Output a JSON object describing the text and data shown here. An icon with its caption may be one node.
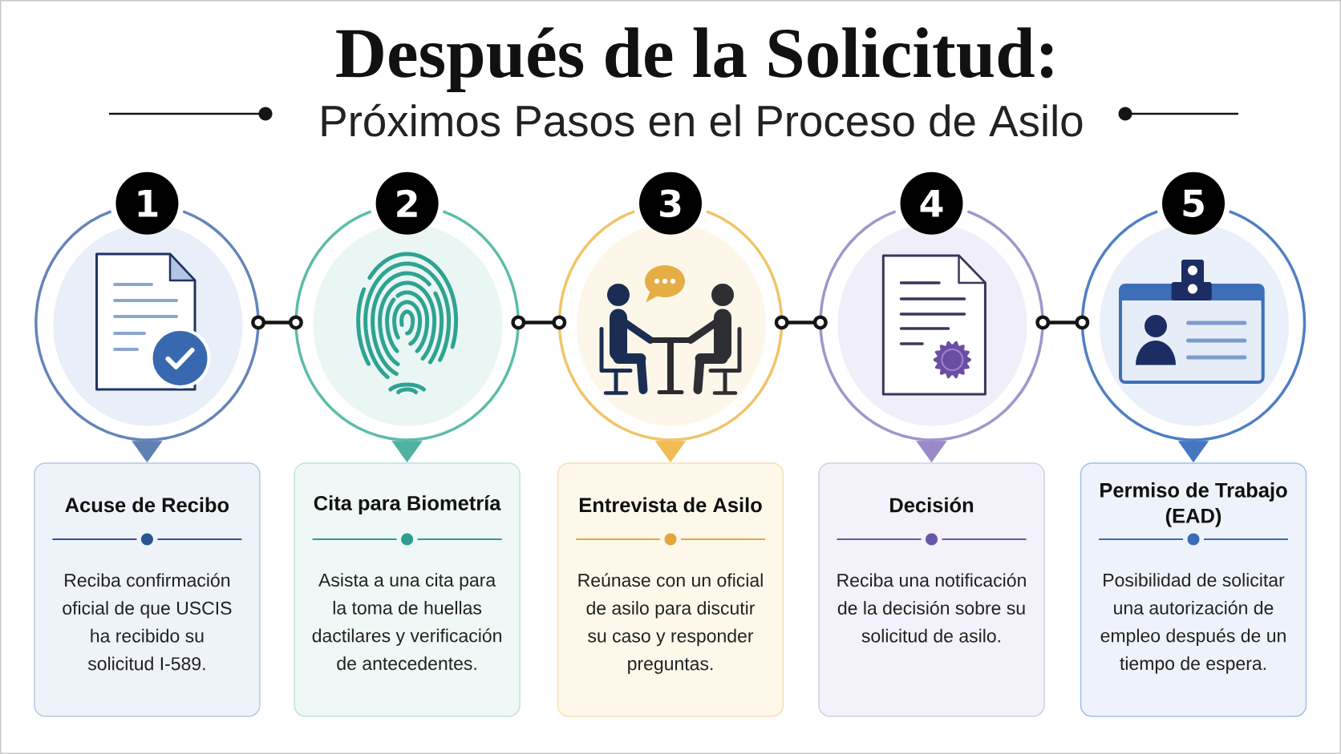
{
  "diagram": {
    "title": "Después de la Solicitud:",
    "nodes": [
      {
        "text": [
          "1"
        ]
      },
      {
        "text": [
          "2"
        ]
      },
      {
        "text": [
          "3"
        ]
      },
      {
        "text": [
          "4"
        ]
      },
      {
        "text": [
          "5"
        ]
      },
      {
        "text": [
          "Acuse de Recibo",
          "Reciba confirmación oficial de que USCIS ha recibido su solicitud I-589."
        ]
      },
      {
        "text": [
          "Cita para Biometría",
          "Asista a una cita para la toma de huellas dactilares y verificación de antecedentes."
        ]
      },
      {
        "text": [
          "Entrevista de Asilo",
          "Reúnase con un oficial de asilo para discutir su caso y responder preguntas."
        ]
      },
      {
        "text": [
          "Decisión",
          "Reciba una notificación de la decisión sobre su solicitud de asilo."
        ]
      },
      {
        "text": [
          "Permiso de Trabajo (EAD)",
          "Posibilidad de solicitar una autorización de empleo después de un tiempo de espera."
        ]
      }
    ],
    "edges": [
      {
        "from": 0,
        "to": 1,
        "arrow": "other"
      },
      {
        "from": 1,
        "to": 2,
        "arrow": "other"
      },
      {
        "from": 2,
        "to": 3,
        "arrow": "other"
      },
      {
        "from": 3,
        "to": 4,
        "arrow": "other"
      },
      {
        "from": 0,
        "to": 5,
        "arrow": "to",
        "color": "#5f80b3"
      },
      {
        "from": 1,
        "to": 6,
        "arrow": "to",
        "color": "#4fb3a0"
      },
      {
        "from": 2,
        "to": 7,
        "arrow": "to",
        "color": "#f0bd55"
      },
      {
        "from": 3,
        "to": 8,
        "arrow": "to",
        "color": "#9a89c6"
      },
      {
        "from": 4,
        "to": 9,
        "arrow": "to",
        "color": "#4477c0"
      }
    ],
    "labels": [
      "Próximos Pasos en el Proceso de Asilo"
    ]
  }
}
